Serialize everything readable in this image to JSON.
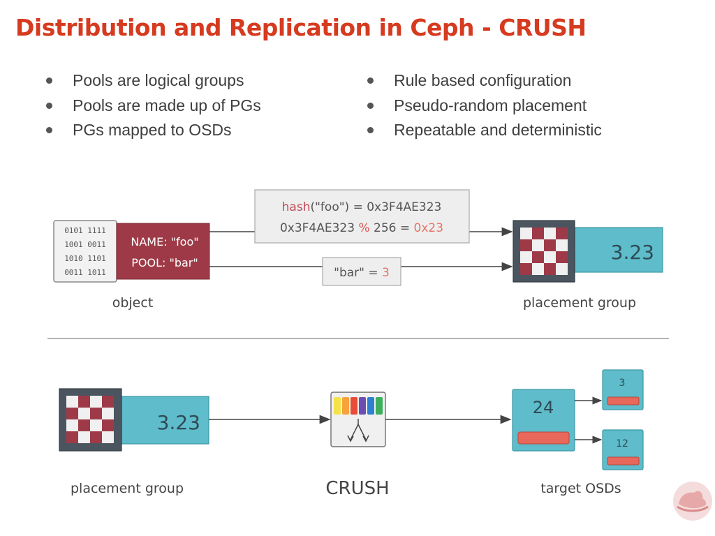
{
  "title": "Distribution and Replication in Ceph - CRUSH",
  "bullets_left": [
    "Pools are logical groups",
    "Pools are made up of PGs",
    "PGs mapped to OSDs"
  ],
  "bullets_right": [
    "Rule based configuration",
    "Pseudo-random placement",
    "Repeatable and deterministic"
  ],
  "object": {
    "bits": [
      "0101 1111",
      "1001 0011",
      "1010 1101",
      "0011 1011"
    ],
    "name_line": "NAME: \"foo\"",
    "pool_line": "POOL: \"bar\"",
    "caption": "object"
  },
  "hash_box": {
    "fn": "hash",
    "call_rest": "(\"foo\") = 0x3F4AE323",
    "mod_value": "0x3F4AE323",
    "mod_op": "%",
    "mod_rest": "256 =",
    "mod_result": "0x23"
  },
  "pool_box": {
    "lhs": "\"bar\" =",
    "rhs": "3"
  },
  "pg_top": {
    "label": "3.23",
    "caption": "placement group"
  },
  "pg_bottom": {
    "label": "3.23",
    "caption": "placement group"
  },
  "crush": {
    "caption": "CRUSH"
  },
  "target": {
    "primary": "24",
    "replica_a": "3",
    "replica_b": "12",
    "caption": "target OSDs"
  },
  "colors": {
    "accent": "#d63a1f",
    "object_red": "#9e3a47",
    "pg_teal": "#5ebccb",
    "osd_bar": "#e8685c",
    "rainbow": [
      "#f4e24a",
      "#f7a33a",
      "#e84b3a",
      "#6a4fb3",
      "#2f7fd0",
      "#3cae5c"
    ]
  }
}
